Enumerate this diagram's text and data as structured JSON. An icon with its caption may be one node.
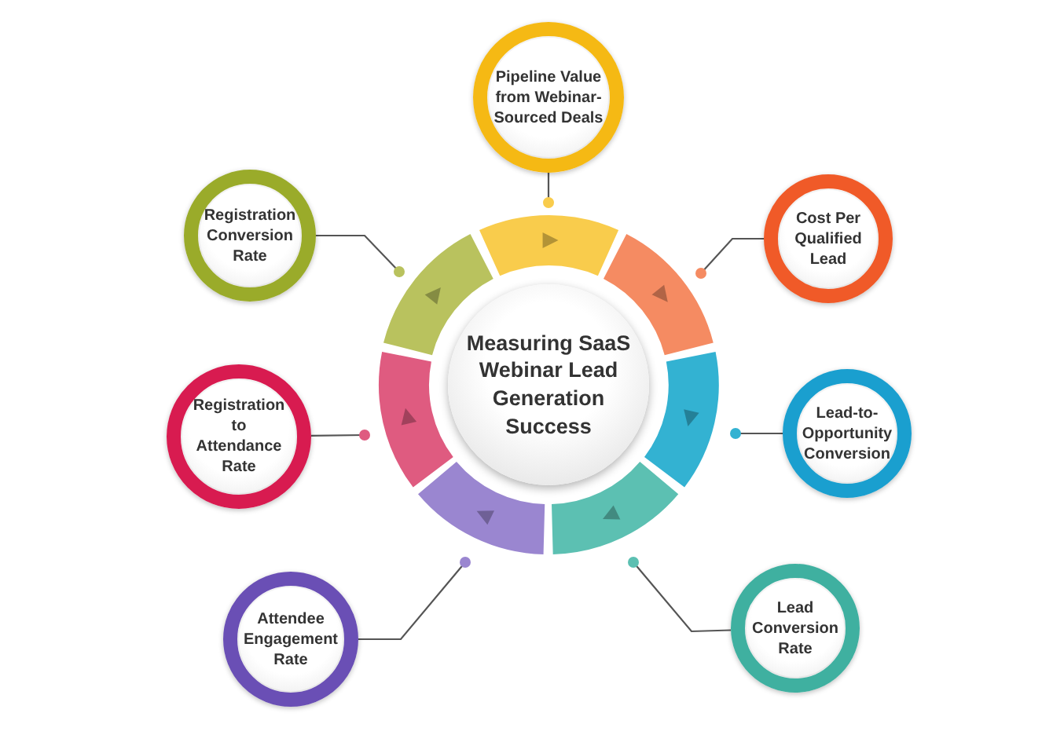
{
  "diagram": {
    "nodes": [
      {
        "text": [
          "Measuring SaaS Webinar Lead Generation Success"
        ]
      },
      {
        "text": [
          "Pipeline Value from Webinar-Sourced Deals"
        ]
      },
      {
        "text": [
          "Cost Per Qualified Lead"
        ]
      },
      {
        "text": [
          "Lead-to-Opportunity Conversion"
        ]
      },
      {
        "text": [
          "Lead Conversion Rate"
        ]
      },
      {
        "text": [
          "Attendee Engagement Rate"
        ]
      },
      {
        "text": [
          "Registration to Attendance Rate"
        ]
      },
      {
        "text": [
          "Registration Conversion Rate"
        ]
      },
      {
        "text": [],
        "shape": "arc"
      },
      {
        "text": [],
        "shape": "arc"
      },
      {
        "text": [],
        "shape": "arc"
      },
      {
        "text": [],
        "shape": "arc"
      },
      {
        "text": [],
        "shape": "arc"
      },
      {
        "text": [],
        "shape": "arc"
      },
      {
        "text": [],
        "shape": "arc"
      }
    ],
    "edges": [
      {
        "from": 1,
        "to": 8,
        "arrow": "other"
      },
      {
        "from": 2,
        "to": 9,
        "arrow": "other"
      },
      {
        "from": 3,
        "to": 10,
        "arrow": "other"
      },
      {
        "from": 4,
        "to": 11,
        "arrow": "other"
      },
      {
        "from": 5,
        "to": 12,
        "arrow": "other"
      },
      {
        "from": 6,
        "to": 13,
        "arrow": "other"
      },
      {
        "from": 7,
        "to": 14,
        "arrow": "other"
      }
    ]
  }
}
